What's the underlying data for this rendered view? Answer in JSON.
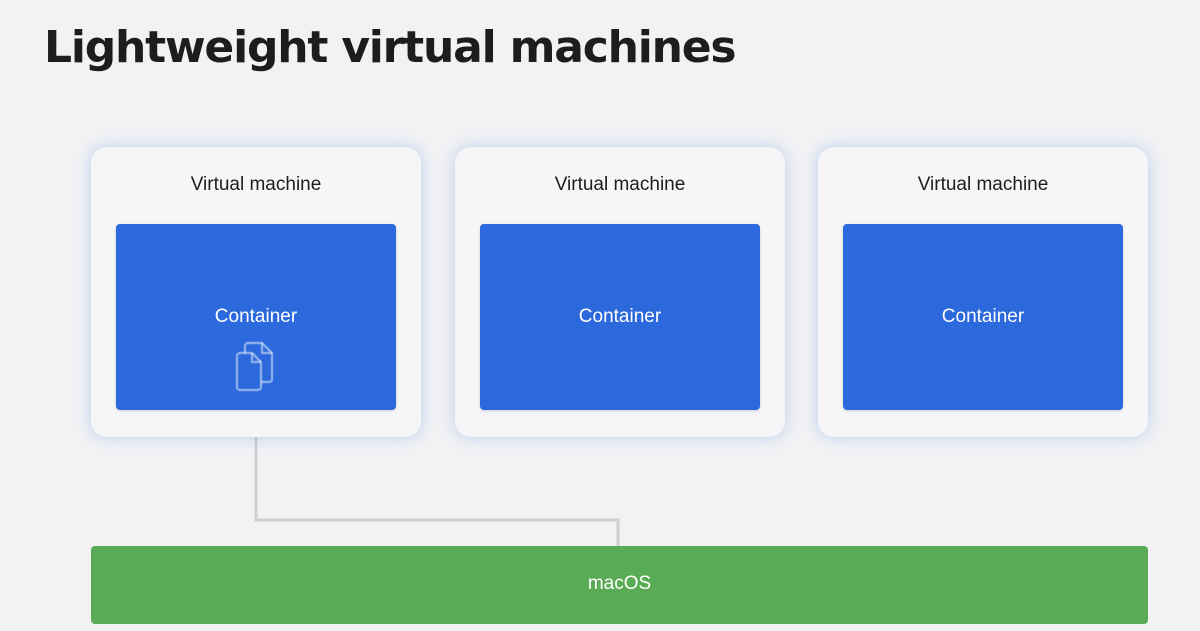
{
  "title": "Lightweight virtual machines",
  "virtual_machines": [
    {
      "label": "Virtual machine",
      "container_label": "Container"
    },
    {
      "label": "Virtual machine",
      "container_label": "Container"
    },
    {
      "label": "Virtual machine",
      "container_label": "Container"
    }
  ],
  "host": {
    "label": "macOS"
  },
  "icons": {
    "files": "files-icon",
    "arrow": "arrow-up-icon"
  },
  "colors": {
    "container": "#2b69dc",
    "host": "#59ab55",
    "vm_box": "#f6f6f8",
    "connector": "#cfcfd2"
  }
}
